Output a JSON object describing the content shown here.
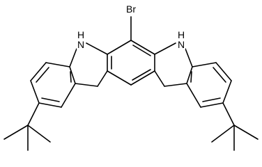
{
  "molecule": {
    "atom_labels": {
      "br": "Br",
      "nh_left": "H\nN",
      "nh_right": "H\nN"
    },
    "nh_text": {
      "h": "H",
      "n": "N"
    },
    "bond_color": "#000000",
    "background": "#ffffff"
  }
}
